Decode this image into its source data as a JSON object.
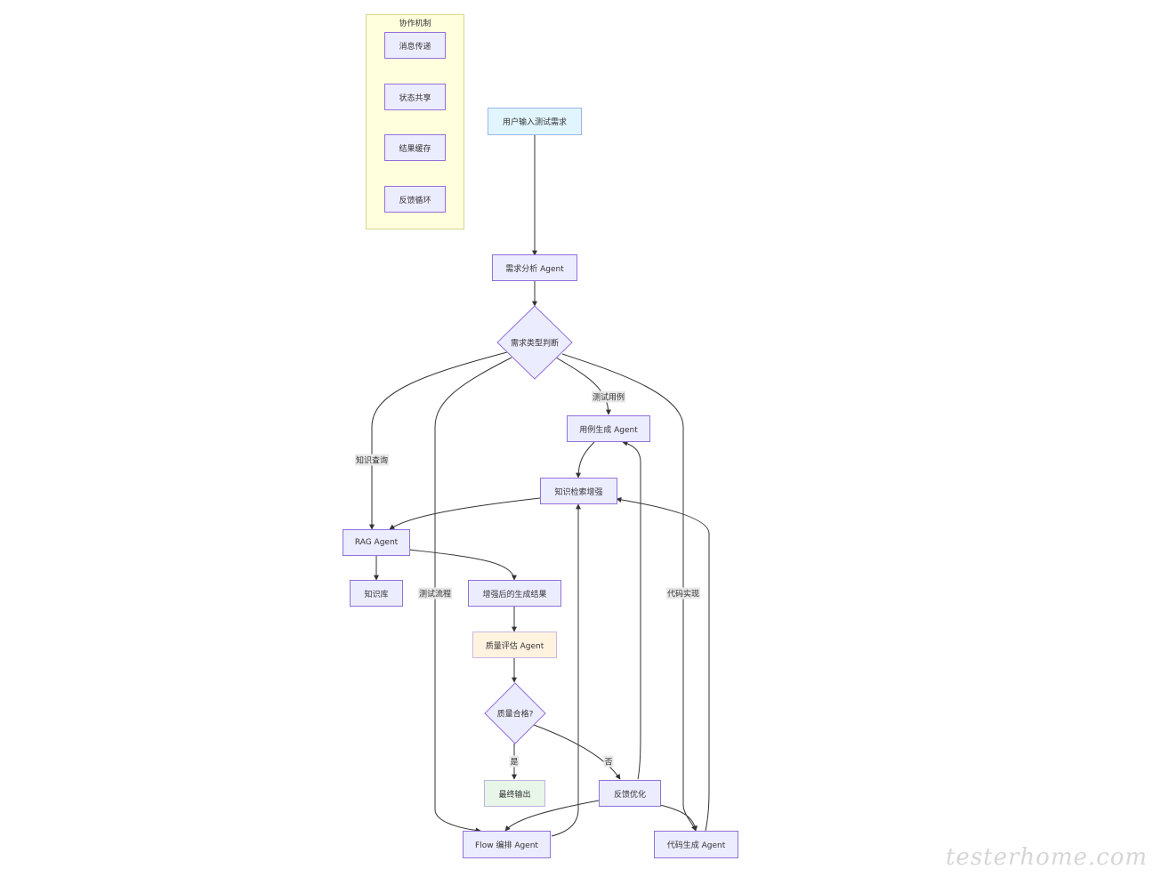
{
  "cluster": {
    "title": "协作机制",
    "items": [
      "消息传递",
      "状态共享",
      "结果缓存",
      "反馈循环"
    ]
  },
  "nodes": {
    "user_input": "用户输入测试需求",
    "requirement_agent": "需求分析 Agent",
    "type_decision": "需求类型判断",
    "case_agent": "用例生成 Agent",
    "knowledge_enhance": "知识检索增强",
    "rag_agent": "RAG Agent",
    "knowledge_base": "知识库",
    "enhanced_result": "增强后的生成结果",
    "quality_agent": "质量评估 Agent",
    "quality_decision": "质量合格?",
    "final_output": "最终输出",
    "feedback": "反馈优化",
    "flow_agent": "Flow 编排 Agent",
    "code_agent": "代码生成 Agent"
  },
  "edge_labels": {
    "test_case": "测试用例",
    "knowledge_query": "知识查询",
    "test_flow": "测试流程",
    "code_impl": "代码实现",
    "yes": "是",
    "no": "否"
  },
  "colors": {
    "node_fill": "#ECECFF",
    "node_border": "#9370DB",
    "start_fill": "#E1F5FE",
    "quality_fill": "#FFF3E0",
    "final_fill": "#E8F5E9",
    "cluster_fill": "#FFFFDE",
    "edge": "#333333"
  },
  "watermark": "testerhome.com"
}
